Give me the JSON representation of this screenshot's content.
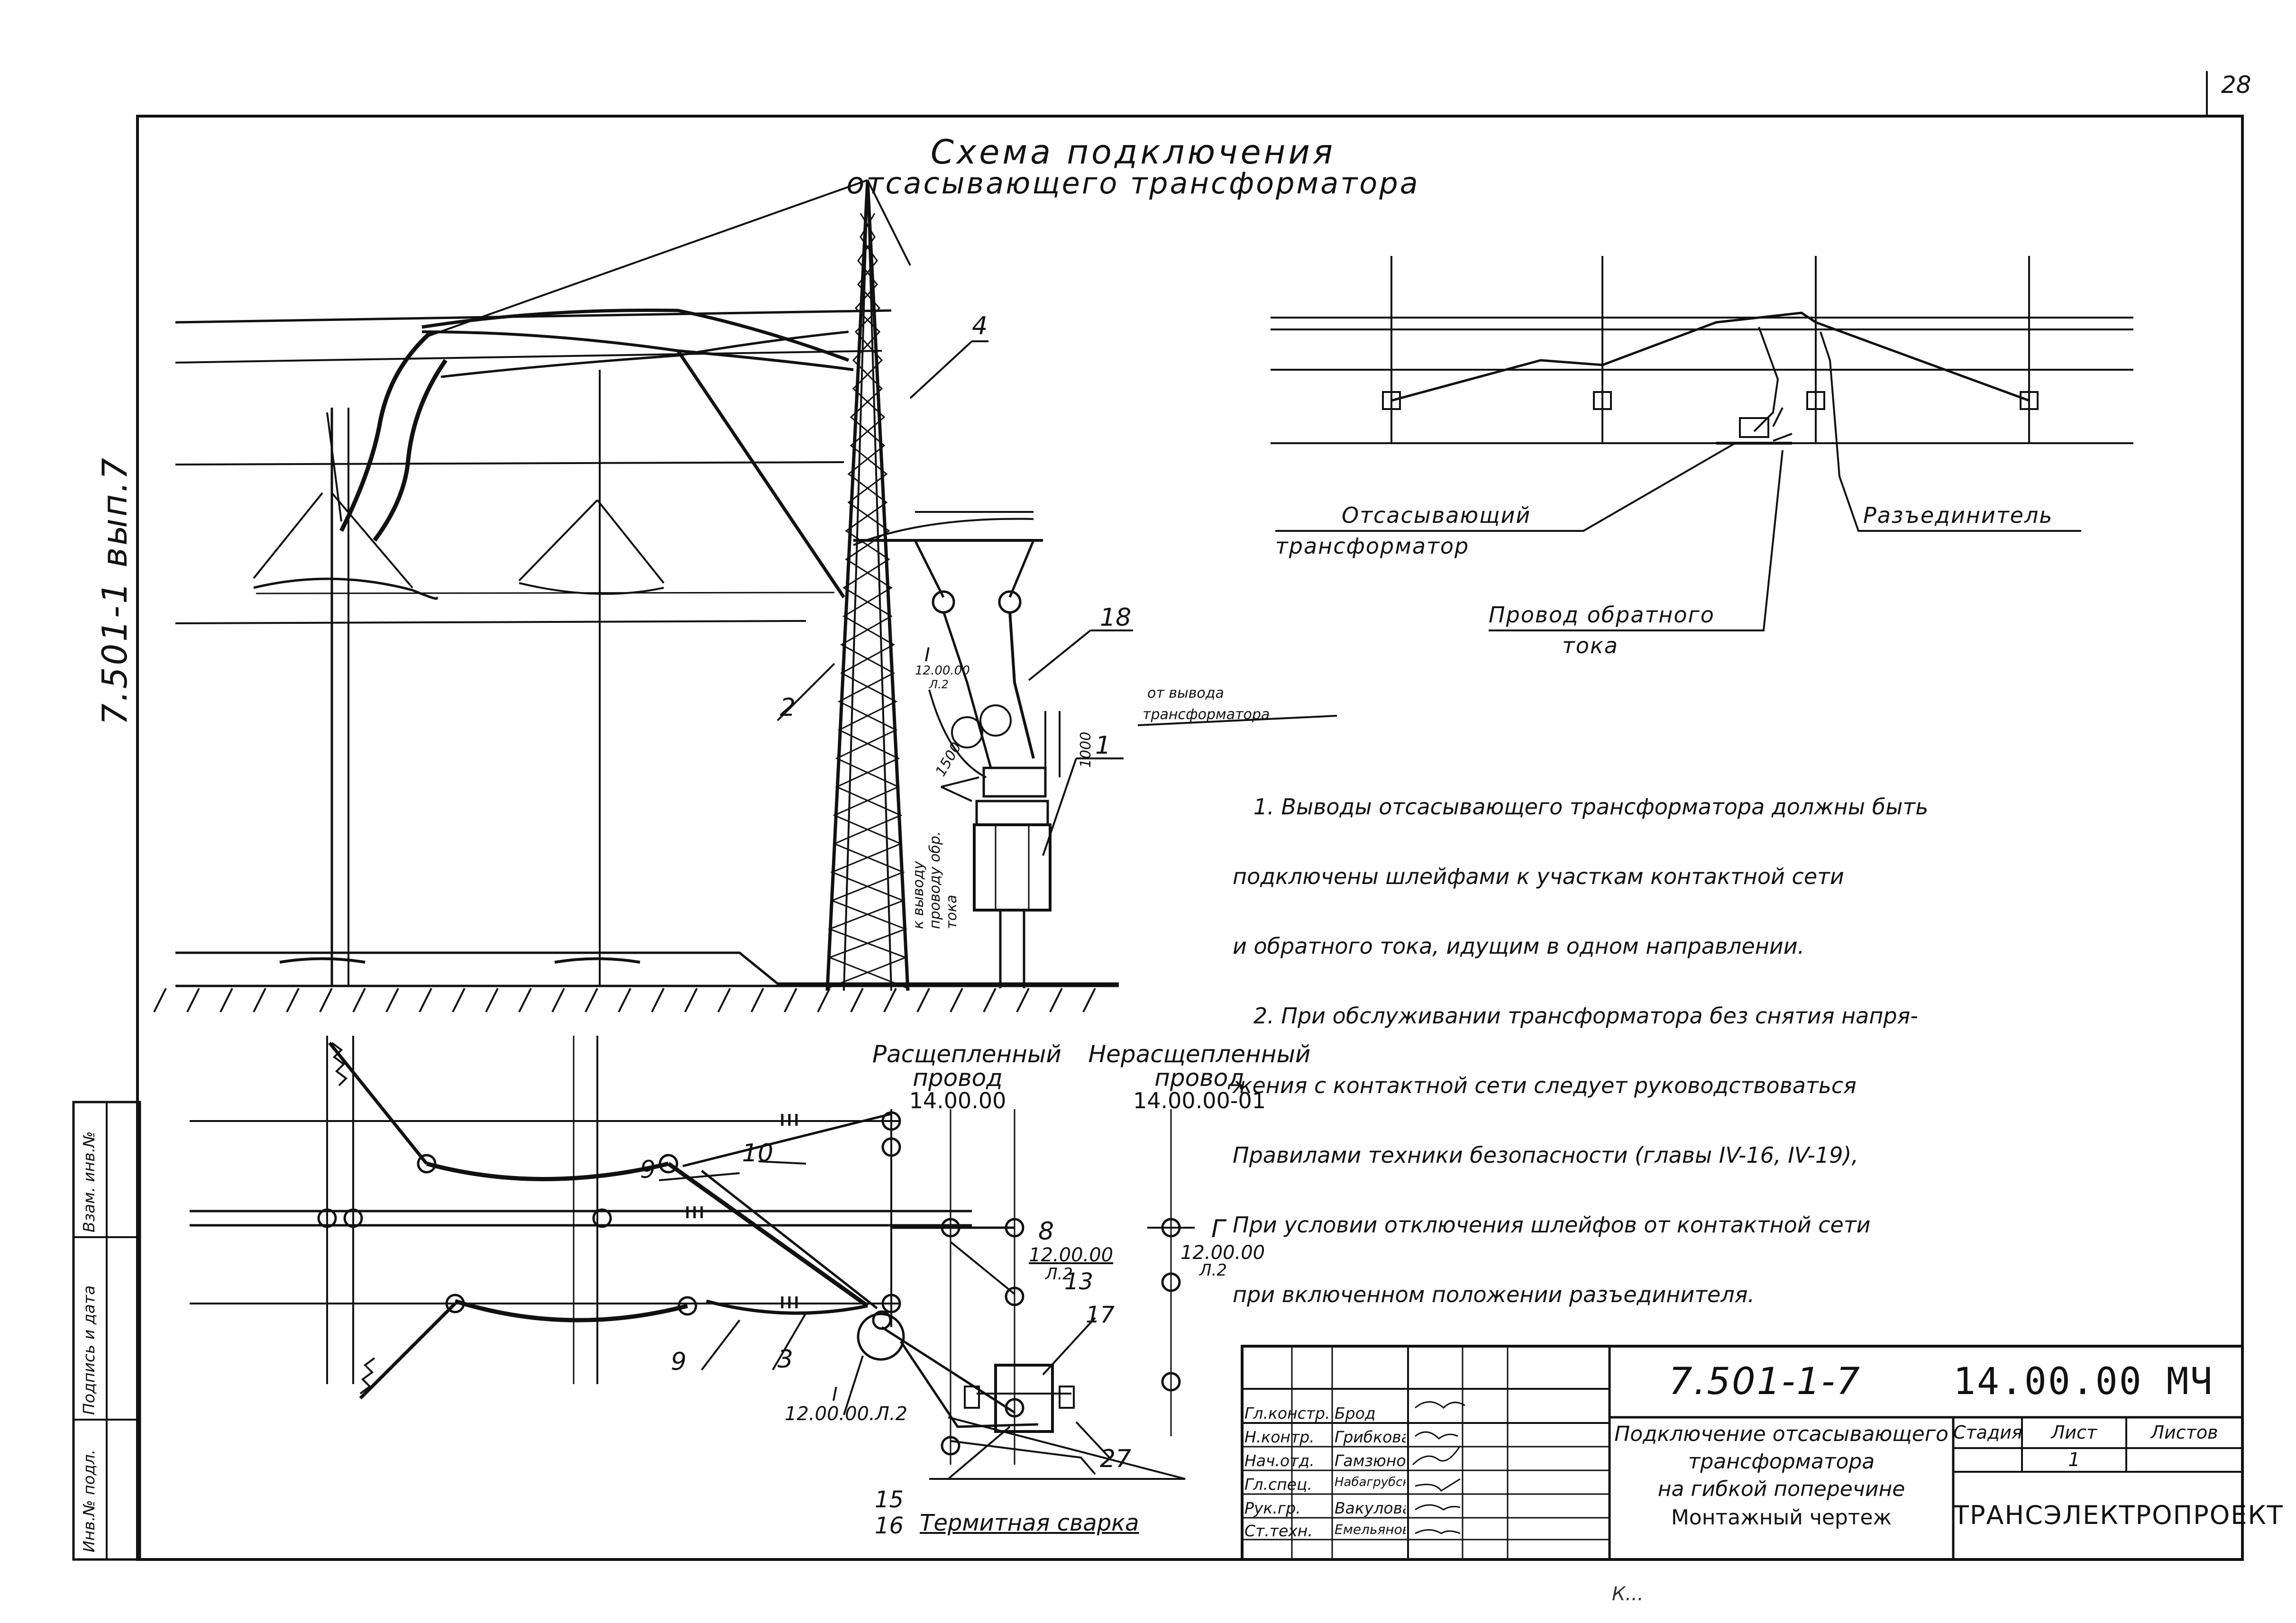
{
  "sheet_corner": "28",
  "side_label": "7.501-1 вып.7",
  "side_stamp_fields": [
    "Инв.№ подл.",
    "Подпись и дата",
    "Взам. инв.№"
  ],
  "scheme": {
    "title_line1": "Схема подключения",
    "title_line2": "отсасывающего трансформатора",
    "label_transformer_1": "Отсасывающий",
    "label_transformer_2": "трансформатор",
    "label_disconnector": "Разъединитель",
    "label_return_1": "Провод обратного",
    "label_return_2": "тока"
  },
  "callouts": {
    "c1": "1",
    "c2": "2",
    "c3": "3",
    "c4": "4",
    "c8": "8",
    "c9a": "9",
    "c9b": "9",
    "c10": "10",
    "c13": "13",
    "c15": "15",
    "c16": "16",
    "c17": "17",
    "c18": "18",
    "c27": "27",
    "c_G": "Г",
    "c_I": "I",
    "c_II": "I"
  },
  "drawing_labels": {
    "from_transformer_1": "от вывода",
    "from_transformer_2": "трансформатора",
    "return_current_1": "к выводу",
    "return_current_2": "проводу обр.",
    "return_current_3": "тока",
    "split_wire_1": "Расщепленный",
    "split_wire_2": "провод",
    "split_wire_code": "14.00.00",
    "nonsplit_wire_1": "Нерасщепленный",
    "nonsplit_wire_2": "провод",
    "nonsplit_wire_code": "14.00.00-01",
    "ref_8": "12.00.00",
    "ref_8_sheet": "Л.2",
    "ref_G": "12.00.00",
    "ref_G_sheet": "Л.2",
    "ref_I": "12.00.00.Л.2",
    "thermite": "Термитная сварка",
    "ref_I_small": "12.00.00",
    "ref_I_small_sheet": "Л.2",
    "dim_1": "1000",
    "dim_2": "1500"
  },
  "notes": [
    "   1. Выводы отсасывающего трансформатора должны быть",
    "подключены шлейфами к участкам контактной сети",
    "и обратного тока, идущим в одном направлении.",
    "   2. При обслуживании трансформатора без снятия напря-",
    "жения с контактной сети следует руководствоваться",
    "Правилами техники безопасности (главы IV-16, IV-19),",
    "При условии отключения шлейфов от контактной сети",
    "при включенном положении разъединителя."
  ],
  "title_block": {
    "doc_series": "7.501-1-7",
    "doc_code": "14.00.00 МЧ",
    "description_1": "Подключение отсасывающего",
    "description_2": "трансформатора",
    "description_3": "на гибкой поперечине",
    "description_4": "Монтажный чертеж",
    "stage_header": "Стадия",
    "sheet_header": "Лист",
    "sheets_header": "Листов",
    "sheet_value": "1",
    "organization": "ТРАНСЭЛЕКТРОПРОЕКТ",
    "roles": [
      {
        "role": "Гл.констр.",
        "name": "Брод"
      },
      {
        "role": "Н.контр.",
        "name": "Грибкова"
      },
      {
        "role": "Нач.отд.",
        "name": "Гамзюнов"
      },
      {
        "role": "Гл.спец.",
        "name": "Набагрубский"
      },
      {
        "role": "Рук.гр.",
        "name": "Вакулова"
      },
      {
        "role": "Ст.техн.",
        "name": "Емельянова"
      }
    ]
  },
  "footer_scrawl": "К..."
}
